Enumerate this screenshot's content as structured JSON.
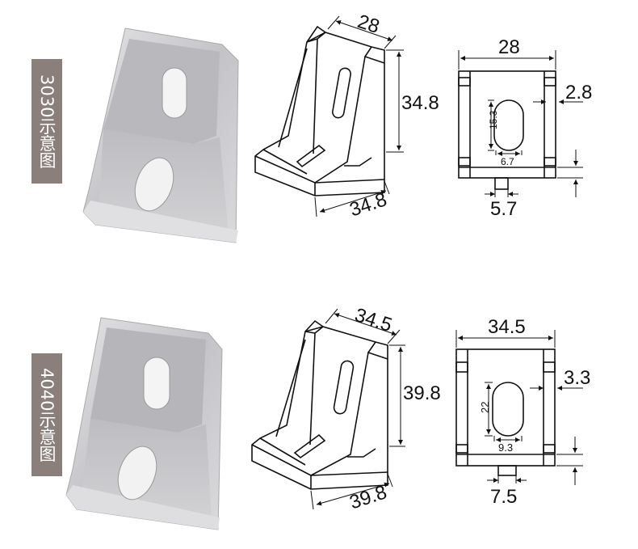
{
  "rows": [
    {
      "tag": "3030示意图",
      "iso": {
        "top": "28",
        "height": "34.8",
        "bottom": "34.8"
      },
      "front": {
        "width": "28",
        "thickness": "2.8",
        "slot_h": "15.3",
        "slot_w": "6.7",
        "base": "5.7"
      }
    },
    {
      "tag": "4040示意图",
      "iso": {
        "top": "34.5",
        "height": "39.8",
        "bottom": "39.8"
      },
      "front": {
        "width": "34.5",
        "thickness": "3.3",
        "slot_h": "22",
        "slot_w": "9.3",
        "base": "7.5"
      }
    }
  ],
  "colors": {
    "tag_bg": "#8a7f7a",
    "metal": "#c9c9cc",
    "line": "#111111"
  }
}
